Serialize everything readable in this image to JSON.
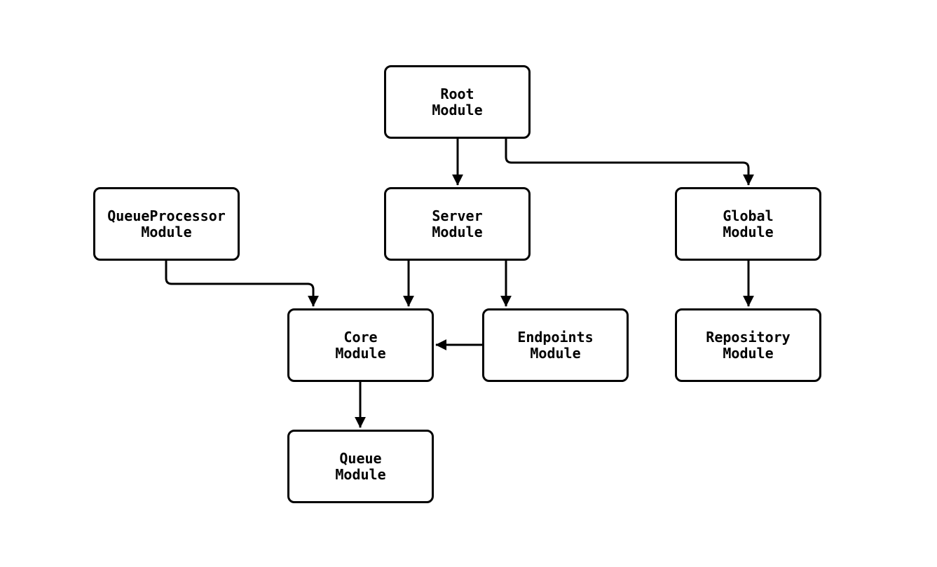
{
  "diagram": {
    "type": "module-dependency-flowchart",
    "colors": {
      "background": "#ffffff",
      "node_fill": "#ffffff",
      "stroke": "#000000",
      "text": "#000000"
    },
    "nodes": [
      {
        "id": "root",
        "label": "Root\nModule"
      },
      {
        "id": "queueprocessor",
        "label": "QueueProcessor\nModule"
      },
      {
        "id": "server",
        "label": "Server\nModule"
      },
      {
        "id": "global",
        "label": "Global\nModule"
      },
      {
        "id": "core",
        "label": "Core\nModule"
      },
      {
        "id": "endpoints",
        "label": "Endpoints\nModule"
      },
      {
        "id": "repository",
        "label": "Repository\nModule"
      },
      {
        "id": "queue",
        "label": "Queue\nModule"
      }
    ],
    "edges": [
      {
        "from": "Root Module",
        "to": "Server Module"
      },
      {
        "from": "Root Module",
        "to": "Global Module"
      },
      {
        "from": "QueueProcessor Module",
        "to": "Core Module"
      },
      {
        "from": "Server Module",
        "to": "Core Module"
      },
      {
        "from": "Server Module",
        "to": "Endpoints Module"
      },
      {
        "from": "Endpoints Module",
        "to": "Core Module"
      },
      {
        "from": "Global Module",
        "to": "Repository Module"
      },
      {
        "from": "Core Module",
        "to": "Queue Module"
      }
    ]
  }
}
